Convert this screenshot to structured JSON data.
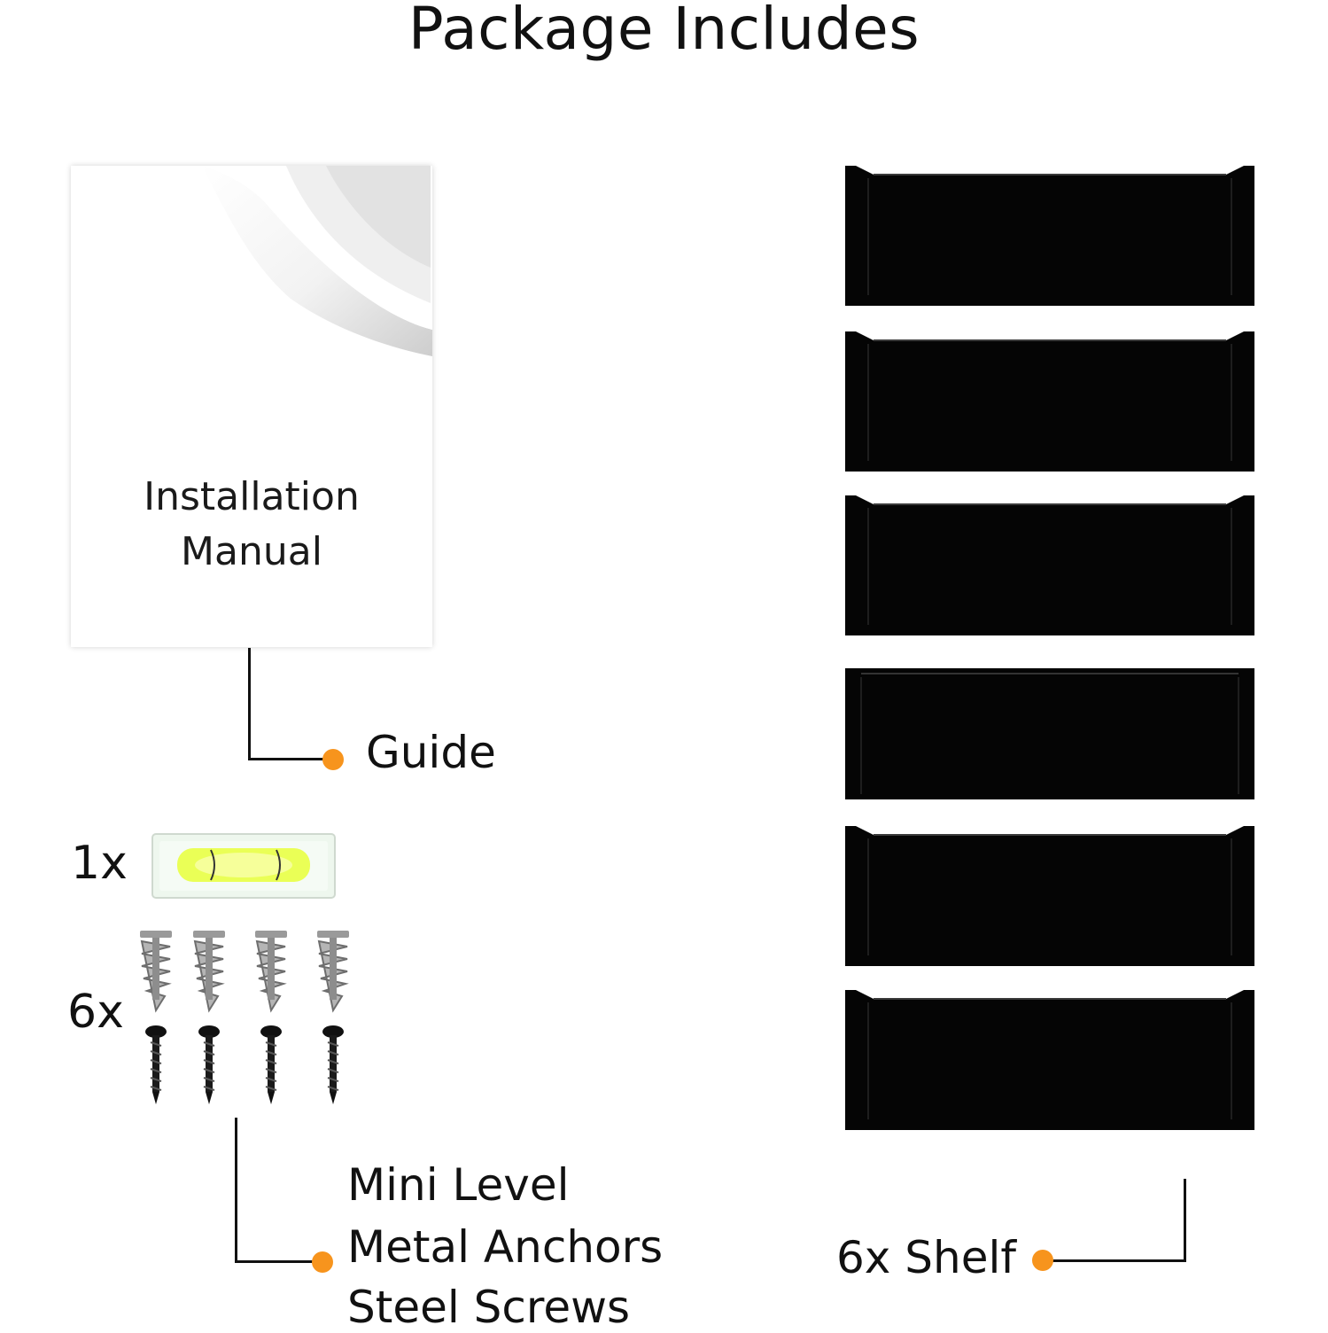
{
  "title": "Package Includes",
  "manual": {
    "line1": "Installation",
    "line2": "Manual"
  },
  "guide_label": "Guide",
  "level_qty": "1x",
  "hardware_qty": "6x",
  "hardware_labels": [
    "Mini Level",
    "Metal Anchors",
    "Steel Screws"
  ],
  "shelf_label": "6x Shelf",
  "colors": {
    "accent": "#f7941d",
    "shelf": "#050505",
    "level_bubble": "#e8ff3a"
  },
  "icons": [
    "manual-page-icon",
    "level-icon",
    "anchor-icon",
    "screw-icon",
    "shelf-icon"
  ]
}
